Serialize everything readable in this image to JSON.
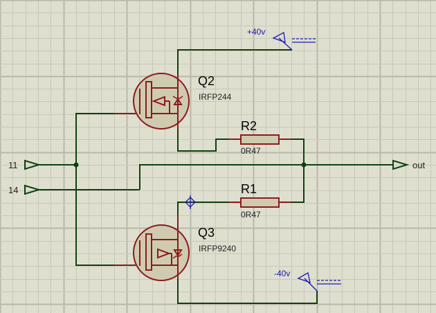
{
  "schematic": {
    "colors": {
      "background": "#dfdfcf",
      "grid_minor": "#c8c8b8",
      "grid_major": "#b8b8a8",
      "wire": "#0f4010",
      "component": "#8b1a1a",
      "component_fill": "#cfcbb0",
      "power": "#1a1ab0",
      "label": "#000000"
    },
    "components": {
      "q2": {
        "ref": "Q2",
        "value": "IRFP244",
        "type": "n-channel-mosfet"
      },
      "q3": {
        "ref": "Q3",
        "value": "IRFP9240",
        "type": "p-channel-mosfet"
      },
      "r2": {
        "ref": "R2",
        "value": "0R47",
        "type": "resistor"
      },
      "r1": {
        "ref": "R1",
        "value": "0R47",
        "type": "resistor"
      }
    },
    "terminals": {
      "in11": {
        "label": "11",
        "direction": "input"
      },
      "in14": {
        "label": "14",
        "direction": "input"
      },
      "out": {
        "label": "out",
        "direction": "output"
      }
    },
    "power": {
      "pos": {
        "label": "+40v"
      },
      "neg": {
        "label": "-40v"
      }
    }
  }
}
